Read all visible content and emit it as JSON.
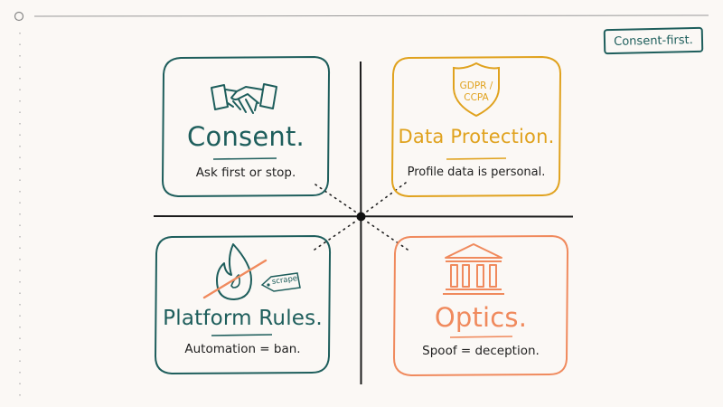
{
  "tag": "Consent-first.",
  "quadrants": [
    {
      "title": "Consent.",
      "subtitle": "Ask first or stop."
    },
    {
      "title": "Data Protection.",
      "subtitle": "Profile data is personal.",
      "badge": [
        "GDPR /",
        "CCPA"
      ]
    },
    {
      "title": "Platform Rules.",
      "subtitle": "Automation = ban.",
      "label": "scrape"
    },
    {
      "title": "Optics.",
      "subtitle": "Spoof = deception."
    }
  ],
  "colors": {
    "teal": "#1e5e5c",
    "gold": "#e0a21e",
    "coral": "#f08a5d",
    "ink": "#1f1f1f"
  },
  "icons": [
    "handshake-icon",
    "shield-icon",
    "crossed-fire-icon",
    "courthouse-icon"
  ]
}
